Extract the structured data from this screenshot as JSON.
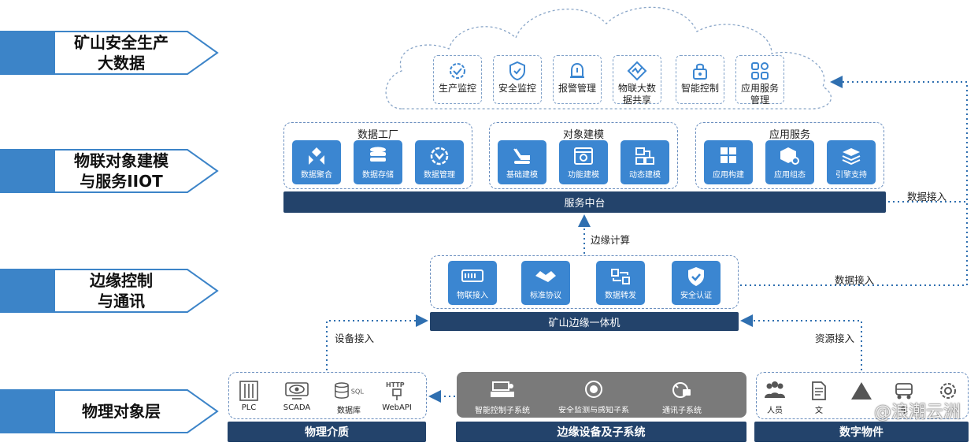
{
  "layers": [
    {
      "label": "矿山安全生产\n大数据"
    },
    {
      "label": "物联对象建模\n与服务IIOT"
    },
    {
      "label": "边缘控制\n与通讯"
    },
    {
      "label": "物理对象层"
    }
  ],
  "cloud": {
    "items": [
      {
        "label": "生产监控",
        "icon": "gear-check-icon"
      },
      {
        "label": "安全监控",
        "icon": "shield-icon"
      },
      {
        "label": "报警管理",
        "icon": "alarm-icon"
      },
      {
        "label": "物联大数\n据共享",
        "icon": "chart-share-icon"
      },
      {
        "label": "智能控制",
        "icon": "lock-control-icon"
      },
      {
        "label": "应用服务\n管理",
        "icon": "apps-icon"
      }
    ]
  },
  "iiot": {
    "groups": [
      {
        "title": "数据工厂",
        "tiles": [
          {
            "label": "数据聚合",
            "icon": "aggregate-icon"
          },
          {
            "label": "数据存储",
            "icon": "database-icon"
          },
          {
            "label": "数据管理",
            "icon": "data-manage-icon"
          }
        ]
      },
      {
        "title": "对象建模",
        "tiles": [
          {
            "label": "基础建模",
            "icon": "excavator-icon"
          },
          {
            "label": "功能建模",
            "icon": "function-window-icon"
          },
          {
            "label": "动态建模",
            "icon": "flow-blocks-icon"
          }
        ]
      },
      {
        "title": "应用服务",
        "tiles": [
          {
            "label": "应用构建",
            "icon": "grid-build-icon"
          },
          {
            "label": "应用组态",
            "icon": "cube-gear-icon"
          },
          {
            "label": "引擎支持",
            "icon": "layers-icon"
          }
        ]
      }
    ],
    "platform_bar": "服务中台"
  },
  "edge": {
    "tiles": [
      {
        "label": "物联接入",
        "icon": "device-port-icon"
      },
      {
        "label": "标准协议",
        "icon": "handshake-icon"
      },
      {
        "label": "数据转发",
        "icon": "forward-icon"
      },
      {
        "label": "安全认证",
        "icon": "shield-check-icon"
      }
    ],
    "machine_bar": "矿山边缘一体机"
  },
  "links": {
    "edge_compute": "边缘计算",
    "data_access_top": "数据接入",
    "data_access_mid": "数据接入",
    "device_access": "设备接入",
    "resource_access": "资源接入"
  },
  "physical": {
    "media": [
      {
        "label": "PLC",
        "icon": "plc-icon"
      },
      {
        "label": "SCADA",
        "icon": "eye-monitor-icon"
      },
      {
        "label": "数据库",
        "icon": "sql-database-icon"
      },
      {
        "label": "WebAPI",
        "icon": "http-plug-icon"
      }
    ],
    "media_bar": "物理介质",
    "subsystems": [
      {
        "label": "智能控制子系统",
        "icon": "control-panel-icon"
      },
      {
        "label": "安全监测与感知子系\n统",
        "icon": "camera-icon"
      },
      {
        "label": "通讯子系统",
        "icon": "comm-icon"
      }
    ],
    "subsystems_bar": "边缘设备及子系统",
    "digital": [
      {
        "label": "人员",
        "icon": "people-icon"
      },
      {
        "label": "文",
        "icon": "document-icon"
      },
      {
        "label": "",
        "icon": "pyramid-icon"
      },
      {
        "label": "车",
        "icon": "vehicle-icon"
      },
      {
        "label": "",
        "icon": "settings-icon"
      }
    ],
    "digital_bar": "数字物件"
  },
  "watermark": "@浪潮云洲",
  "colors": {
    "accent": "#3b86d1",
    "bar": "#23436b",
    "dashed": "#6b8fbf",
    "tag": "#3c84c8",
    "grey": "#7a7a7a"
  }
}
